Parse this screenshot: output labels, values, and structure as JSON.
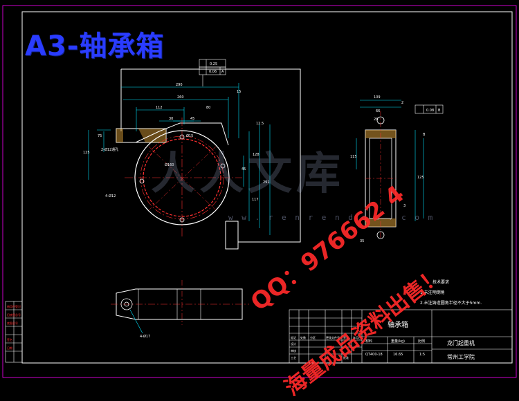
{
  "title": "A3-轴承箱",
  "watermark": {
    "logo_text": "人人文库",
    "url": "w w . r e n r e n d o c . c o m",
    "qq_line": "QQ：976662 4",
    "sale_line": "海量成品资料出售！"
  },
  "dimensions": {
    "overall_width": "290",
    "width_260": "260",
    "width_112": "112",
    "width_80": "80",
    "width_45": "45",
    "width_30": "30",
    "hole_2x12": "2-Ø12通孔",
    "hole_4x12": "4-Ø12",
    "hole_4x17": "4-Ø17",
    "hole_phi15": "Ø15",
    "bore_phi": "Ø160",
    "dim_75": "75",
    "dim_125": "125",
    "dim_128": "128",
    "dim_45": "45",
    "dim_291": "291",
    "dim_117": "117",
    "dim_28": "28",
    "dim_35": "35",
    "dim_15": "15",
    "dim_3": "3",
    "dim_2": "2",
    "dim_109": "109",
    "dim_66": "66",
    "dim_115": "115",
    "dim_125b": "125",
    "dim_12_5": "12.5",
    "tol_1": "0.25",
    "tol_2": "0.06",
    "tol_3": "0.08",
    "datum_a": "A",
    "datum_b": "B"
  },
  "tech_notes": {
    "heading": "技术要求",
    "note1": "1.未注明倒角",
    "note2": "2.未注铸造圆角半径不大于5mm."
  },
  "title_block": {
    "part_name": "轴承箱",
    "drawing_no": "QT400-18",
    "weight": "16.65",
    "scale": "1:5",
    "project": "龙门起重机",
    "school": "常州工学院",
    "material_label": "材料",
    "weight_label": "重量(kg)",
    "scale_label": "比例",
    "col_labels": [
      "标记",
      "处数",
      "分区",
      "更改文件号",
      "签名",
      "年月日"
    ],
    "role_labels": [
      "设计",
      "审核",
      "工艺",
      "批准"
    ]
  },
  "side_labels": [
    "借用件登记",
    "旧底图总号",
    "底图总号",
    "签名",
    "日期"
  ]
}
